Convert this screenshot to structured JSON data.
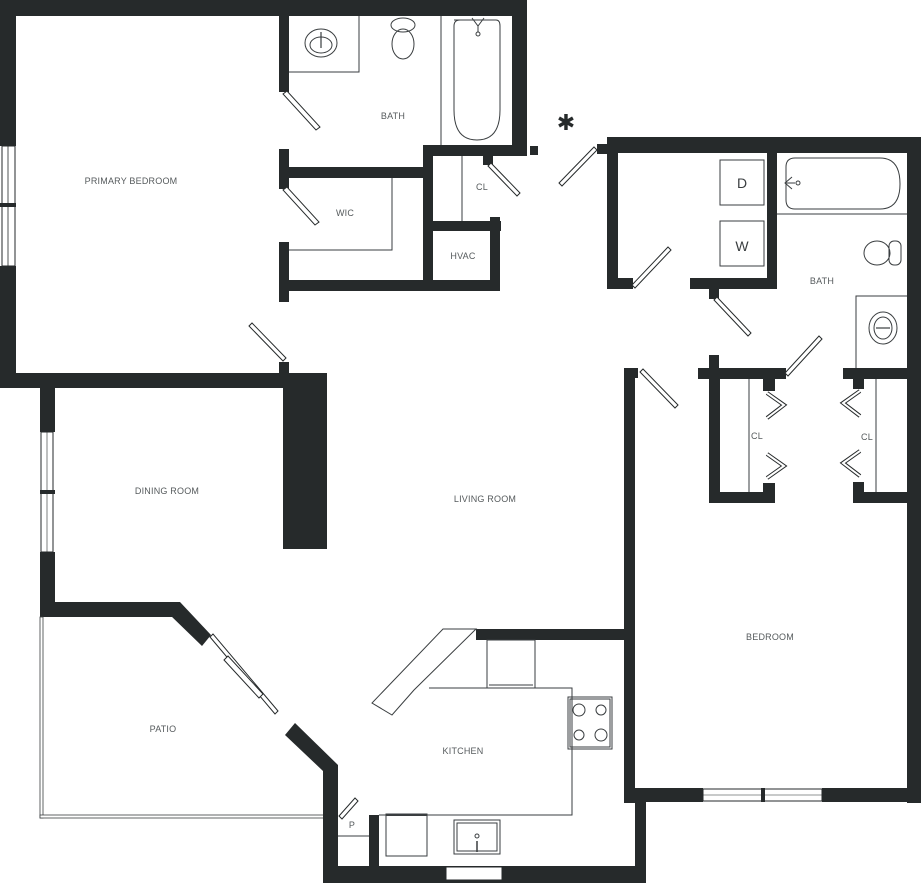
{
  "floorplan": {
    "wall_color": "#262a2b",
    "background": "#ffffff",
    "rooms": {
      "primary_bedroom": "PRIMARY BEDROOM",
      "primary_bath": "BATH",
      "wic": "WIC",
      "hall_closet": "CL",
      "hvac": "HVAC",
      "dining_room": "DINING ROOM",
      "living_room": "LIVING ROOM",
      "patio": "PATIO",
      "kitchen": "KITCHEN",
      "pantry": "P",
      "second_bath": "BATH",
      "bedroom": "BEDROOM",
      "closet_left": "CL",
      "closet_right": "CL"
    },
    "appliances": {
      "dryer": "D",
      "washer": "W"
    },
    "markers": {
      "entry_marker": "✱"
    }
  }
}
